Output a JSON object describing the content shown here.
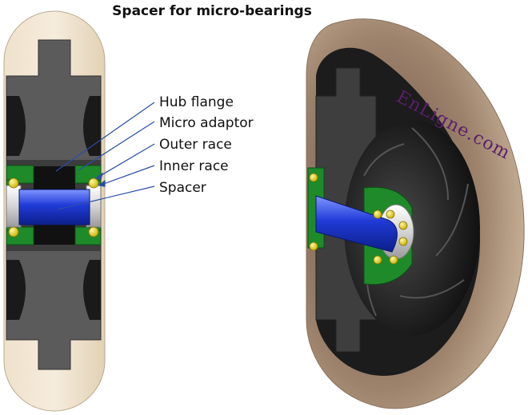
{
  "title": "Spacer for micro-bearings",
  "callouts": {
    "hub_flange": "Hub flange",
    "micro_adaptor": "Micro adaptor",
    "outer_race": "Outer race",
    "inner_race": "Inner race",
    "spacer": "Spacer"
  },
  "watermark": "EnLigne.com",
  "colors": {
    "tire": "#e8d9c0",
    "hub": "#5a5a5a",
    "adaptor": "#1f8a2a",
    "spacer": "#1f3ad6",
    "ball": "#e8d21a",
    "leader": "#2a4ea8"
  }
}
